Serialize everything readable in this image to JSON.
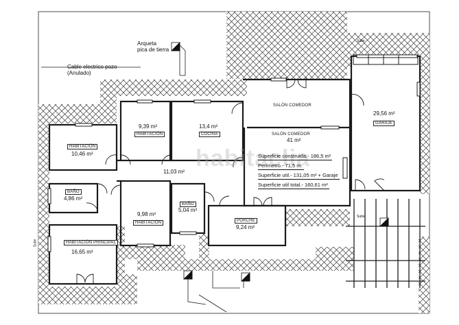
{
  "annotations": {
    "arqueta_line1": "Arqueta",
    "arqueta_line2": "pica de tierra",
    "cable_line1": "Cable electrico pozo",
    "cable_line2": "(Anulado)"
  },
  "rooms": {
    "salon_comedor_top": "SALÓN COMEDOR",
    "salon_comedor_mid": "SALÓN COMEDOR",
    "salon_area": "41 m²",
    "garaje": "GARAJE",
    "garaje_area": "29,56 m²",
    "cocina": "COCINA",
    "cocina_area": "13,4 m²",
    "habitacion_1": "HABITACIÓN",
    "habitacion_1_area": "9,39 m²",
    "habitacion_2": "HABITACIÓN",
    "habitacion_2_area": "10,46 m²",
    "bano_1": "BAÑO",
    "bano_1_area": "4,86 m²",
    "pasillo_area": "11,03 m²",
    "habitacion_3": "HABITACIÓN",
    "habitacion_3_area": "9,98 m²",
    "bano_2": "BAÑO",
    "bano_2_area": "5,04 m²",
    "porche": "PORCHE",
    "porche_area": "9,24 m²",
    "habitacion_principal": "HABITACIÓN PRINCIPAL",
    "habitacion_principal_area": "16,65 m²"
  },
  "specs": {
    "construida": "Superficie construida.- 186,5 m²",
    "perimetro": "Perímetro.- 71,5 m.",
    "util_garaje": "Superficie util.- 131,05 m² + Garaje",
    "util_total": "Superficie util total.- 160,61 m²"
  },
  "watermark": "habitaclia",
  "small_marks": {
    "top_right": "Sube",
    "right_mid": "Sube",
    "left_bottom": "Sube"
  },
  "colors": {
    "line": "#1a1a1a",
    "hatch": "#3a3a3a",
    "background": "#ffffff"
  }
}
